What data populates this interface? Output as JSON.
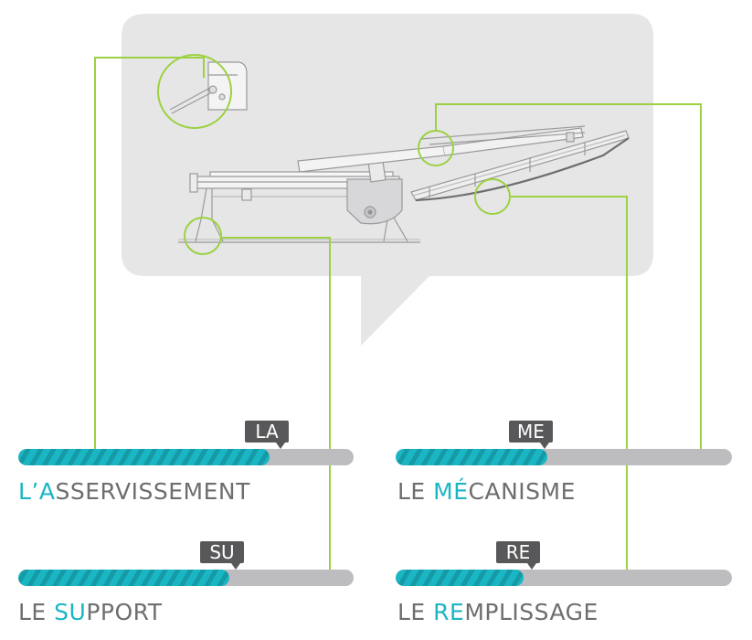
{
  "colors": {
    "accent": "#1ab6c4",
    "accent_dark": "#159aa6",
    "callout_line": "#9cd141",
    "bubble_bg": "#e6e6e7",
    "bar_track": "#bdbdbf",
    "tag_bg": "#58585a",
    "label_text": "#6d6e70"
  },
  "items": [
    {
      "id": "la",
      "tag": "LA",
      "highlight": "L’A",
      "rest": "SSERVISSEMENT",
      "progress": 0.75
    },
    {
      "id": "me",
      "tag": "ME",
      "highlight": "MÉ",
      "rest": "CANISME",
      "progress": 0.45
    },
    {
      "id": "su",
      "tag": "SU",
      "highlight": "SU",
      "rest": "PPORT",
      "progress": 0.63
    },
    {
      "id": "re",
      "tag": "RE",
      "highlight": "RE",
      "rest": "MPLISSAGE",
      "progress": 0.38
    }
  ],
  "label_prefix": "LE "
}
